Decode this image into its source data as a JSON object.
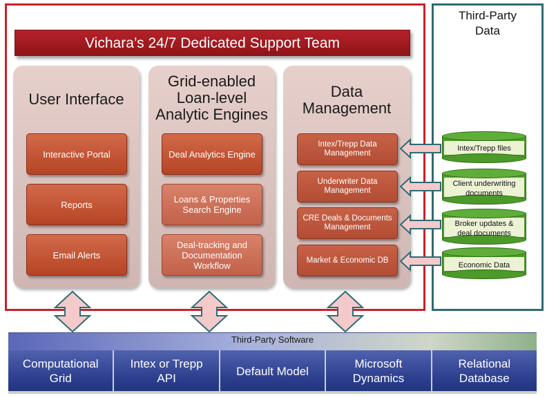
{
  "banner": {
    "title": "Vichara’s 24/7 Dedicated Support Team"
  },
  "third_party_data": {
    "title_line1": "Third-Party",
    "title_line2": "Data",
    "sources": [
      {
        "label_line1": "Intex/Trepp files",
        "label_line2": ""
      },
      {
        "label_line1": "Client underwriting",
        "label_line2": "documents"
      },
      {
        "label_line1": "Broker updates &",
        "label_line2": "deal documents"
      },
      {
        "label_line1": "Economic Data",
        "label_line2": ""
      }
    ]
  },
  "panels": {
    "user_interface": {
      "title_line1": "User Interface",
      "modules": [
        "Interactive Portal",
        "Reports",
        "Email Alerts"
      ]
    },
    "analytic_engines": {
      "title_line1": "Grid-enabled",
      "title_line2": "Loan-level",
      "title_line3": "Analytic Engines",
      "modules": [
        {
          "line1": "Deal Analytics Engine",
          "line2": "",
          "line3": ""
        },
        {
          "line1": "Loans & Properties",
          "line2": "Search Engine",
          "line3": ""
        },
        {
          "line1": "Deal-tracking and",
          "line2": "Documentation",
          "line3": "Workflow"
        }
      ]
    },
    "data_management": {
      "title_line1": "Data",
      "title_line2": "Management",
      "modules": [
        {
          "line1": "Intex/Trepp Data",
          "line2": "Management"
        },
        {
          "line1": "Underwriter Data",
          "line2": "Management"
        },
        {
          "line1": "CRE Deals & Documents",
          "line2": "Management"
        },
        {
          "line1": "Market & Economic DB",
          "line2": ""
        }
      ]
    }
  },
  "software": {
    "title": "Third-Party Software",
    "items": [
      {
        "line1": "Computational",
        "line2": "Grid"
      },
      {
        "line1": "Intex or Trepp",
        "line2": "API"
      },
      {
        "line1": "Default Model",
        "line2": ""
      },
      {
        "line1": "Microsoft",
        "line2": "Dynamics"
      },
      {
        "line1": "Relational",
        "line2": "Database"
      }
    ]
  },
  "colors": {
    "frame_red": "#c8202a",
    "frame_teal": "#2f6b6f",
    "arrow_fill": "#f3c9c9",
    "arrow_stroke": "#2e6b75",
    "cylinder_green": "#4c9a2a",
    "software_blue": "#2b3f8e"
  }
}
